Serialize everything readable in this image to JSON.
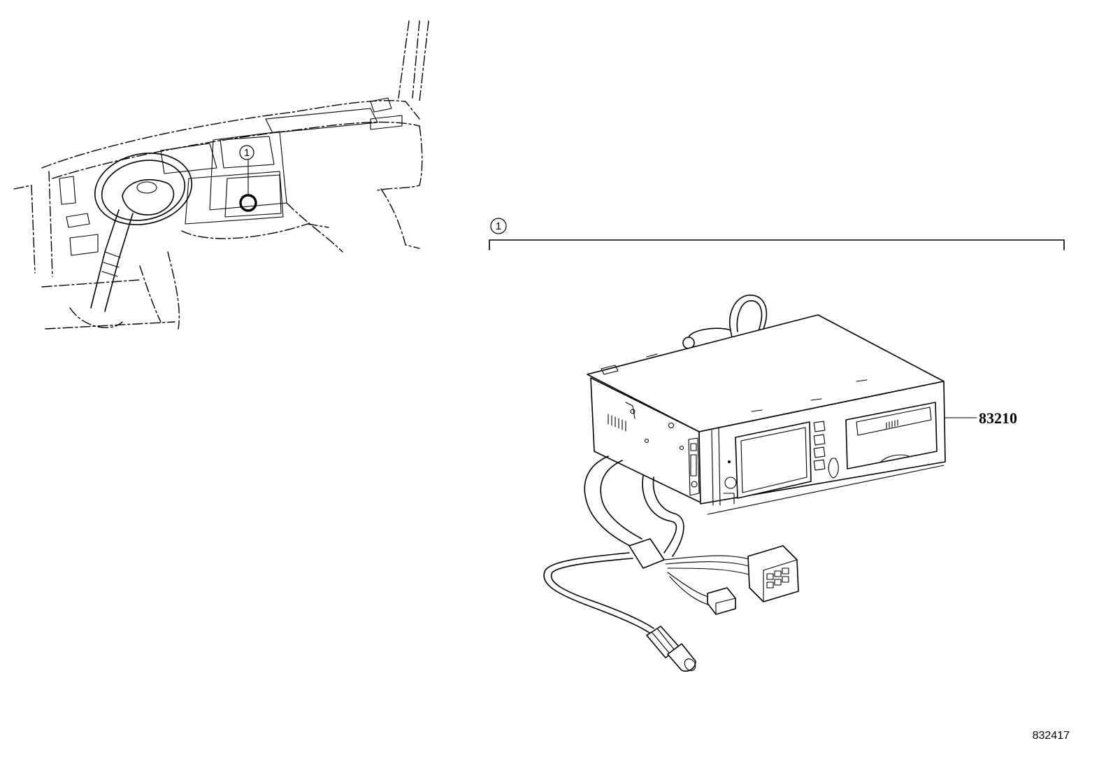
{
  "dashboard_callout": {
    "number": "1"
  },
  "assembly_callout": {
    "number": "1"
  },
  "part": {
    "number": "83210"
  },
  "diagram": {
    "id": "832417"
  }
}
